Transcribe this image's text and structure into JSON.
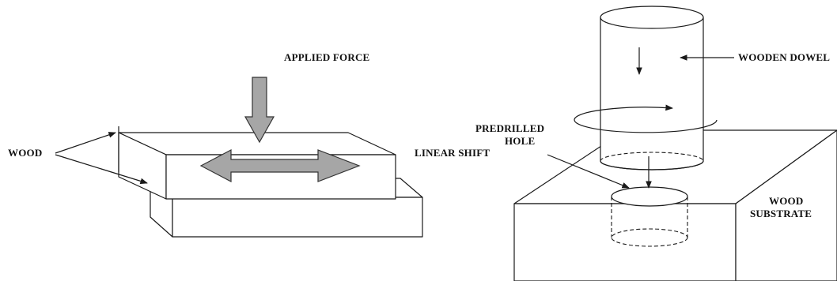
{
  "left_panel": {
    "applied_force_label": "APPLIED FORCE",
    "wood_label": "WOOD",
    "linear_shift_label": "LINEAR SHIFT"
  },
  "right_panel": {
    "wooden_dowel_label": "WOODEN DOWEL",
    "predrilled_label_line1": "PREDRILLED",
    "predrilled_label_line2": "HOLE",
    "substrate_label_line1": "WOOD",
    "substrate_label_line2": "SUBSTRATE"
  },
  "colors": {
    "arrow_fill": "#a6a6a6",
    "outline": "#1a1a1a"
  }
}
